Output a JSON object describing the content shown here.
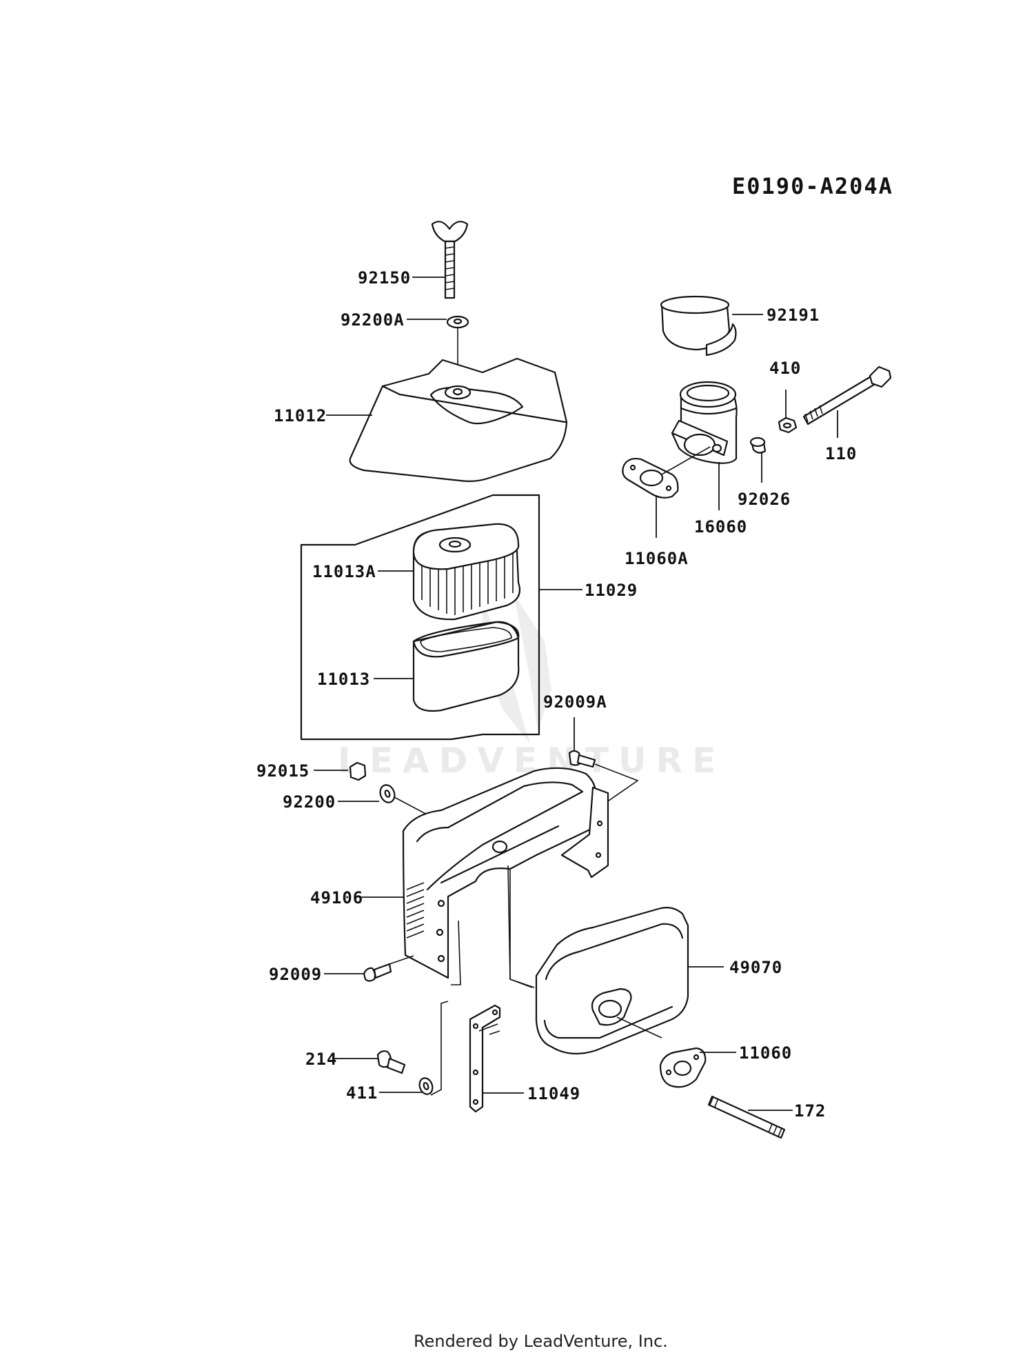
{
  "diagram_code": "E0190-A204A",
  "watermark_text": "LEADVENTURE",
  "footer_text": "Rendered by LeadVenture, Inc.",
  "parts": {
    "p92150": "92150",
    "p92200A": "92200A",
    "p11012": "11012",
    "p92191": "92191",
    "p410": "410",
    "p110": "110",
    "p92026": "92026",
    "p16060": "16060",
    "p11060A": "11060A",
    "p11013A": "11013A",
    "p11029": "11029",
    "p11013": "11013",
    "p92009A": "92009A",
    "p92015": "92015",
    "p92200": "92200",
    "p49106": "49106",
    "p92009": "92009",
    "p49070": "49070",
    "p11060": "11060",
    "p214": "214",
    "p11049": "11049",
    "p411": "411",
    "p172": "172"
  }
}
